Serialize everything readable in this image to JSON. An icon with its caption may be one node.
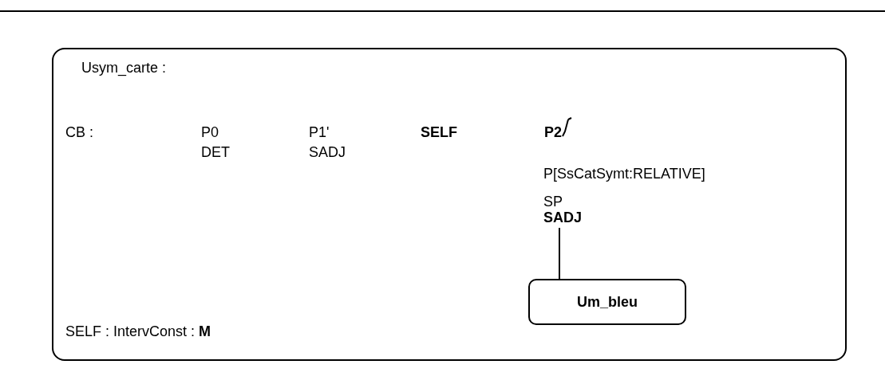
{
  "diagram": {
    "nodes": [
      {
        "text": [
          "Usym_carte :"
        ]
      },
      {
        "text": [
          "SADJ"
        ],
        "in": 0
      },
      {
        "text": [
          "Um_bleu"
        ],
        "in": 0
      }
    ],
    "edges": [
      {
        "from": 1,
        "to": 2,
        "arrow": "none"
      }
    ],
    "labels": [
      "CB :",
      "P0",
      "P1'",
      "SELF",
      "P2",
      "DET",
      "SADJ",
      "P[SsCatSymt:RELATIVE]",
      "SP",
      "SELF : IntervConst : **M**"
    ]
  }
}
